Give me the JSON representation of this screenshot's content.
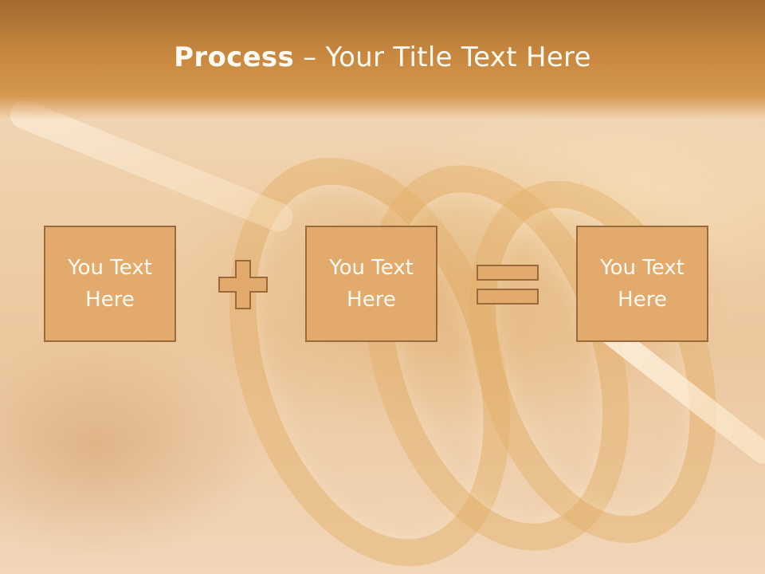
{
  "title": {
    "bold": "Process",
    "rest": " – Your Title Text Here"
  },
  "boxes": [
    {
      "line1": "You Text",
      "line2": "Here"
    },
    {
      "line1": "You Text",
      "line2": "Here"
    },
    {
      "line1": "You Text",
      "line2": "Here"
    }
  ],
  "operators": {
    "first": "plus-icon",
    "second": "equals-icon"
  },
  "colors": {
    "box_fill": "#e2aa6c",
    "box_border": "#9a6a3c",
    "header": "#c7873f",
    "text": "#fffaf2"
  }
}
